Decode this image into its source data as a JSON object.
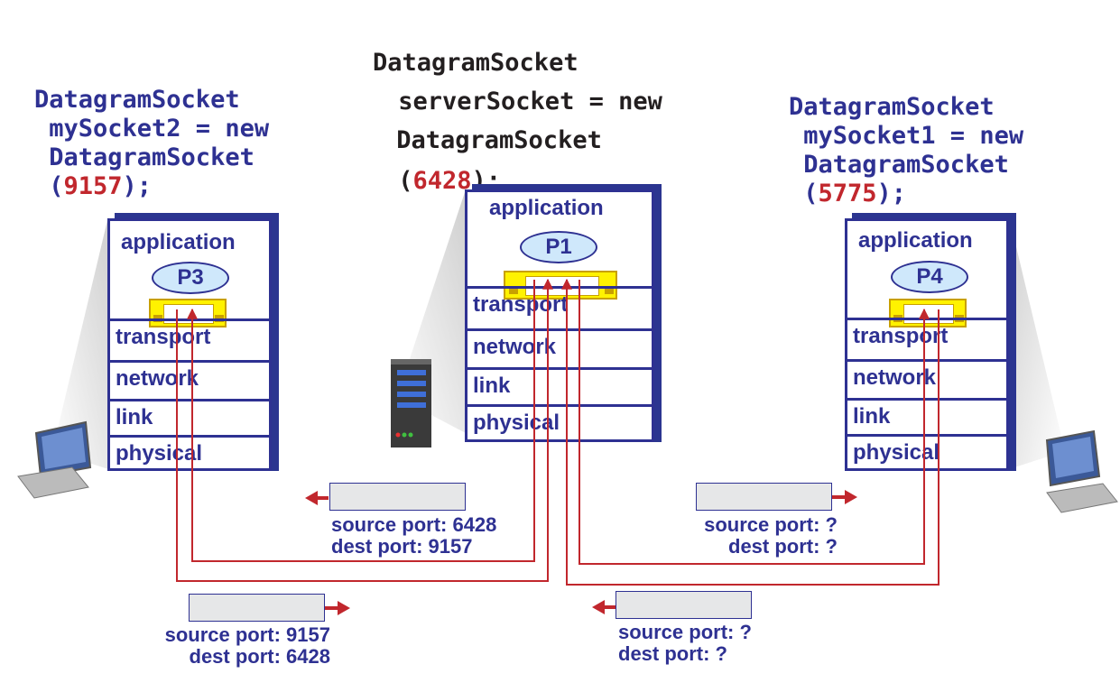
{
  "client_left": {
    "code_lines": [
      "DatagramSocket",
      " mySocket2 = new",
      " DatagramSocket"
    ],
    "code_port_open": " (",
    "code_port": "9157",
    "code_port_close": ");",
    "layers": {
      "application": "application",
      "process": "P3",
      "transport": "transport",
      "network": "network",
      "link": "link",
      "physical": "physical"
    }
  },
  "server": {
    "code_lines": [
      "DatagramSocket",
      " serverSocket = new",
      " DatagramSocket"
    ],
    "code_port_open": " (",
    "code_port": "6428",
    "code_port_close": ");",
    "layers": {
      "application": "application",
      "process": "P1",
      "transport": "transport",
      "network": "network",
      "link": "link",
      "physical": "physical"
    }
  },
  "client_right": {
    "code_lines": [
      "DatagramSocket",
      " mySocket1 = new",
      " DatagramSocket"
    ],
    "code_port_open": " (",
    "code_port": "5775",
    "code_port_close": ");",
    "layers": {
      "application": "application",
      "process": "P4",
      "transport": "transport",
      "network": "network",
      "link": "link",
      "physical": "physical"
    }
  },
  "segments": {
    "server_to_p3": {
      "source": "source port: 6428",
      "dest": "dest port: 9157"
    },
    "server_to_p4": {
      "source": "source port: ?",
      "dest": "dest port: ?"
    },
    "p3_to_server": {
      "source": "source port: 9157",
      "dest": "dest port: 6428"
    },
    "p4_to_server": {
      "source": "source port: ?",
      "dest": "dest port: ?"
    }
  },
  "colors": {
    "stack_blue": "#2e3192",
    "port_red": "#c1272d",
    "arrow_red": "#c1272d",
    "socket_yellow": "#fff200"
  }
}
